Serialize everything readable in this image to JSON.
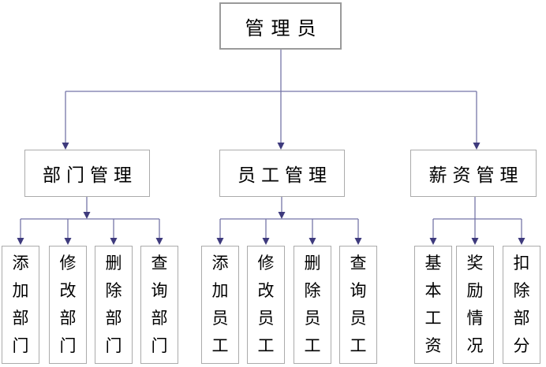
{
  "diagram": {
    "root": {
      "label": "管理员"
    },
    "branches": [
      {
        "label": "部门管理",
        "children": [
          "添加部门",
          "修改部门",
          "删除部门",
          "查询部门"
        ]
      },
      {
        "label": "员工管理",
        "children": [
          "添加员工",
          "修改员工",
          "删除员工",
          "查询员工"
        ]
      },
      {
        "label": "薪资管理",
        "children": [
          "基本工资",
          "奖励情况",
          "扣除部分"
        ]
      }
    ],
    "colors": {
      "background": "#ffffff",
      "box_background": "#ffffff",
      "box_border": "#ababab",
      "text": "#000000",
      "line": "#7575a8",
      "arrow": "#3e3a7d"
    }
  }
}
